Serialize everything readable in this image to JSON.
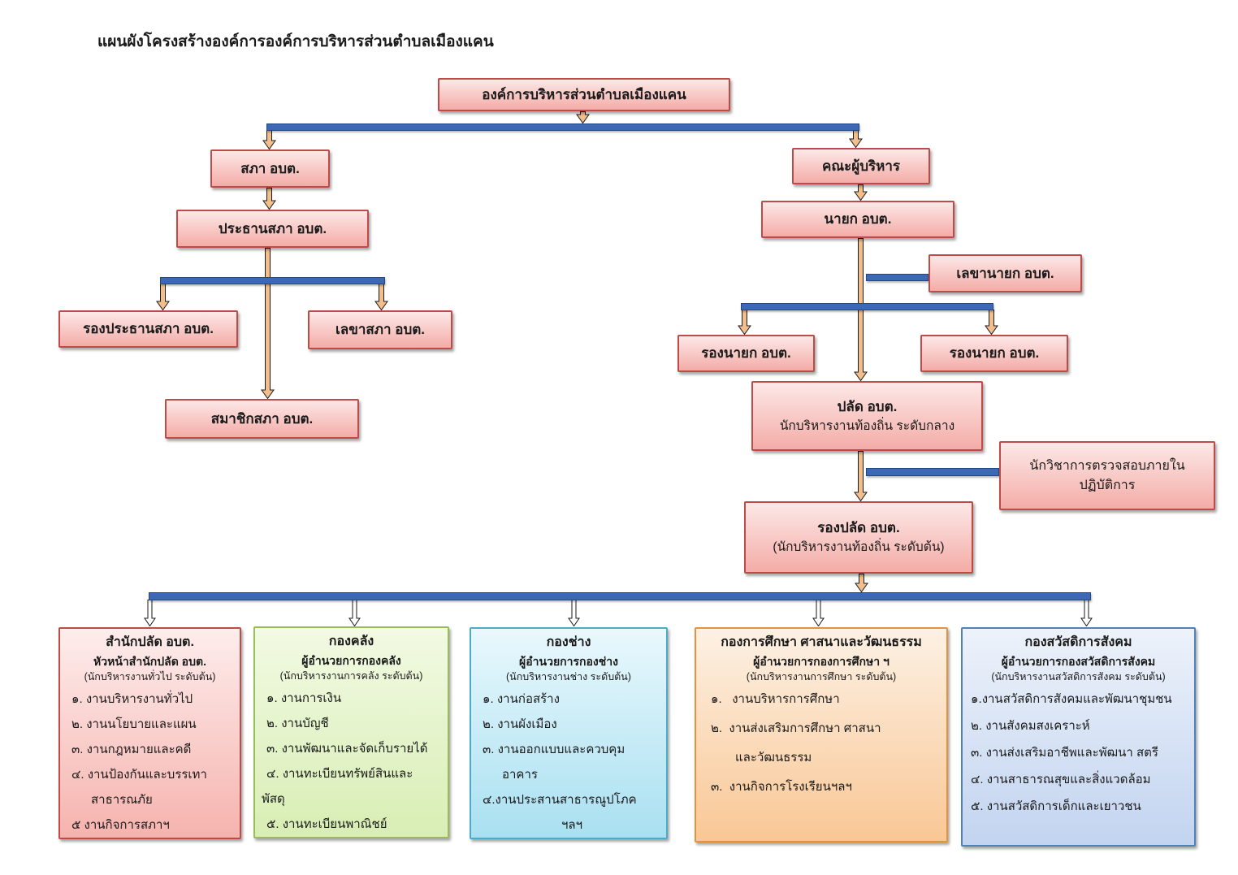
{
  "title": "แผนผังโครงสร้างองค์การองค์การบริหารส่วนตำบลเมืองแคน",
  "nodes": {
    "root": {
      "label": "องค์การบริหารส่วนตำบลเมืองแคน"
    },
    "council": {
      "label": "สภา อบต."
    },
    "executive": {
      "label": "คณะผู้บริหาร"
    },
    "chairman": {
      "label": "ประธานสภา อบต."
    },
    "mayor": {
      "label": "นายก อบต."
    },
    "deputy_chairman": {
      "label": "รองประธานสภา อบต."
    },
    "council_secretary": {
      "label": "เลขาสภา อบต."
    },
    "members": {
      "label": "สมาชิกสภา อบต."
    },
    "mayor_secretary": {
      "label": "เลขานายก อบต."
    },
    "deputy_mayor_1": {
      "label": "รองนายก อบต."
    },
    "deputy_mayor_2": {
      "label": "รองนายก อบต."
    },
    "clerk": {
      "label": "ปลัด อบต.",
      "sublabel": "นักบริหารงานท้องถิ่น ระดับกลาง"
    },
    "auditor": {
      "label": "นักวิชาการตรวจสอบภายใน",
      "sublabel": "ปฏิบัติการ"
    },
    "deputy_clerk": {
      "label": "รองปลัด อบต.",
      "sublabel": "(นักบริหารงานท้องถิ่น ระดับต้น)"
    }
  },
  "departments": [
    {
      "name": "สำนักปลัด อบต.",
      "head": "หัวหน้าสำนักปลัด อบต.",
      "level": "(นักบริหารงานทั่วไป ระดับต้น)",
      "lines": [
        "๑. งานบริหารงานทั่วไป",
        "๒. งานนโยบายและแผน",
        "๓. งานกฎหมายและคดี",
        "๔. งานป้องกันและบรรเทา",
        "สาธารณภัย",
        "๕ งานกิจการสภาฯ"
      ]
    },
    {
      "name": "กองคลัง",
      "head": "ผู้อำนวยการกองคลัง",
      "level": "(นักบริหารงานการคลัง ระดับต้น)",
      "lines": [
        "๑. งานการเงิน",
        "๒. งานบัญชี",
        "๓. งานพัฒนาและจัดเก็บรายได้",
        "๔. งานทะเบียนทรัพย์สินและ",
        "พัสดุ",
        "๕. งานทะเบียนพาณิชย์"
      ]
    },
    {
      "name": "กองช่าง",
      "head": "ผู้อำนวยการกองช่าง",
      "level": "(นักบริหารงานช่าง ระดับต้น)",
      "lines": [
        "๑. งานก่อสร้าง",
        "๒. งานผังเมือง",
        "๓. งานออกแบบและควบคุม",
        "อาคาร",
        "๔.งานประสานสาธารณูปโภค",
        "ฯลฯ"
      ]
    },
    {
      "name": "กองการศึกษา ศาสนาและวัฒนธรรม",
      "head": "ผู้อำนวยการกองการศึกษา ฯ",
      "level": "(นักบริหารงานการศึกษา ระดับต้น)",
      "lines": [
        "๑.   งานบริหารการศึกษา",
        "๒.  งานส่งเสริมการศึกษา ศาสนา",
        "และวัฒนธรรม",
        "๓.  งานกิจการโรงเรียนฯลฯ"
      ]
    },
    {
      "name": "กองสวัสดิการสังคม",
      "head": "ผู้อำนวยการกองสวัสดิการสังคม",
      "level": "(นักบริหารงานสวัสดิการสังคม ระดับต้น)",
      "lines": [
        "๑.งานสวัสดิการสังคมและพัฒนาชุมชน",
        "๒. งานสังคมสงเคราะห์",
        "๓. งานส่งเสริมอาชีพและพัฒนา สตรี",
        "๔. งานสาธารณสุขและสิ่งแวดล้อม",
        "๕. งานสวัสดิการเด็กและเยาวชน"
      ]
    }
  ],
  "colors": {
    "node_top": "#FCE8E7",
    "node_bottom": "#F4ACA7",
    "node_border": "#BE4B48",
    "bar_fill": "#3C68B5",
    "bar_border": "#24477E",
    "arrow_fill": "#F2BE8C",
    "arrow_white": "#FFFFFF",
    "dept_pink_top": "#FDEDEC",
    "dept_pink_bottom": "#F6B3AE",
    "dept_green_border": "#9ABB59",
    "dept_green_top": "#F2FAE3",
    "dept_green_bottom": "#D8EEB4",
    "dept_cyan_border": "#4BACC6",
    "dept_cyan_top": "#E9F8FD",
    "dept_cyan_bottom": "#A9E0F1",
    "dept_orange_border": "#E8913D",
    "dept_orange_top": "#FDF1E4",
    "dept_orange_bottom": "#F9C795",
    "dept_blue_border": "#4F81BD",
    "dept_blue_top": "#EDF2FA",
    "dept_blue_bottom": "#C2D4F0"
  }
}
